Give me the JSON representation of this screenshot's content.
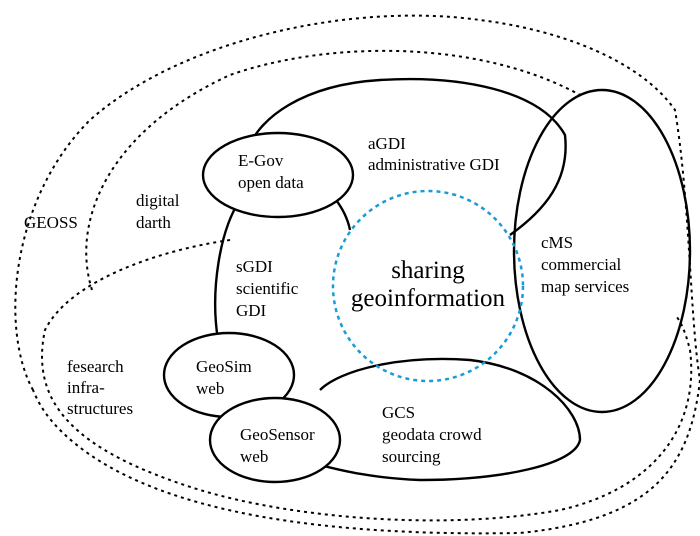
{
  "diagram": {
    "geoss": "GEOSS",
    "digital_earth": [
      "digital",
      "darth"
    ],
    "research_infra": [
      "fesearch",
      "infra-",
      "structures"
    ],
    "agdi": [
      "aGDI",
      "administrative GDI"
    ],
    "egov": [
      "E-Gov",
      "open data"
    ],
    "sgdi": [
      "sGDI",
      "scientific",
      "GDI"
    ],
    "cms": [
      "cMS",
      "commercial",
      "map services"
    ],
    "geosim": [
      "GeoSim",
      "web"
    ],
    "geosensor": [
      "GeoSensor",
      "web"
    ],
    "gcs": [
      "GCS",
      "geodata crowd",
      "sourcing"
    ],
    "center": [
      "sharing",
      "geoinformation"
    ]
  },
  "colors": {
    "center_ring": "#1a9bd7",
    "lines": "#000000"
  }
}
